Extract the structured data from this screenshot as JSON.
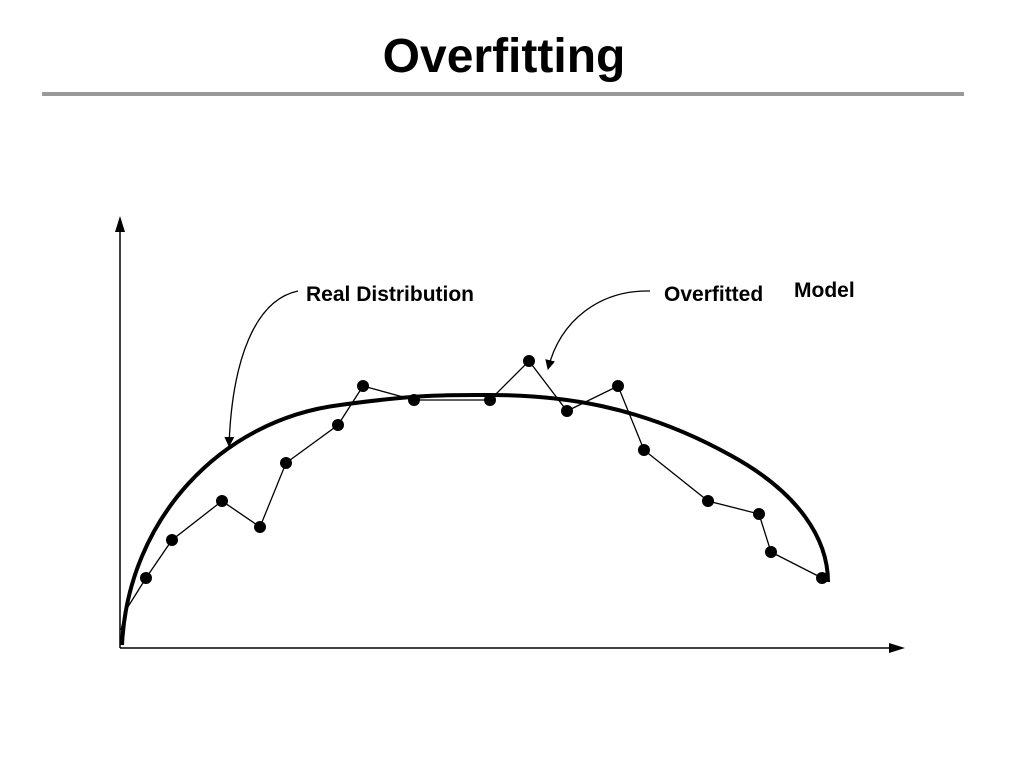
{
  "slide": {
    "title": "Overfitting"
  },
  "diagram": {
    "labels": {
      "real_distribution": "Real Distribution",
      "overfitted": "Overfitted",
      "model": "Model"
    },
    "colors": {
      "ink": "#000000",
      "rule": "#999999",
      "background": "#ffffff"
    }
  }
}
